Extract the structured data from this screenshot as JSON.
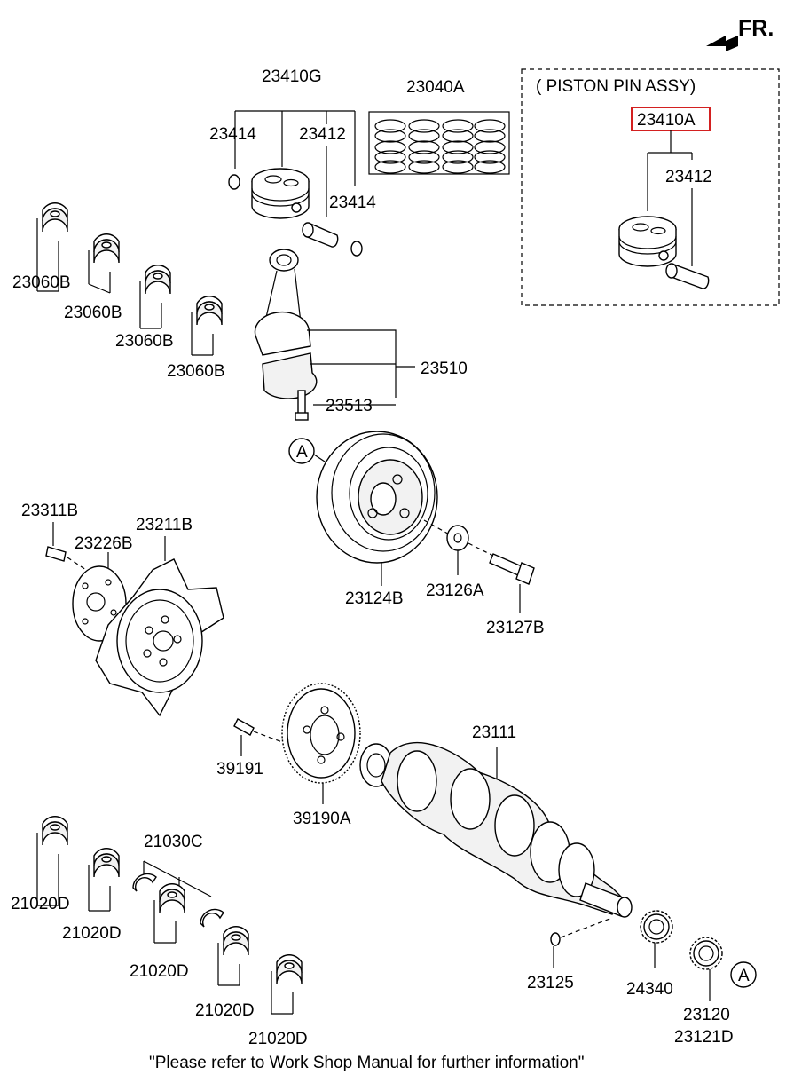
{
  "header": {
    "direction_label": "FR."
  },
  "piston_assy_box": {
    "title": "( PISTON  PIN ASSY)",
    "highlight_color": "#d32020"
  },
  "labels": {
    "p23410G": "23410G",
    "p23040A": "23040A",
    "p23414a": "23414",
    "p23412a": "23412",
    "p23414b": "23414",
    "p23410A": "23410A",
    "p23412b": "23412",
    "b1": "23060B",
    "b2": "23060B",
    "b3": "23060B",
    "b4": "23060B",
    "p23510": "23510",
    "p23513": "23513",
    "calloutA1": "A",
    "p23311B": "23311B",
    "p23211B": "23211B",
    "p23226B": "23226B",
    "p23124B": "23124B",
    "p23126A": "23126A",
    "p23127B": "23127B",
    "p23111": "23111",
    "p39191": "39191",
    "p39190A": "39190A",
    "p21030C": "21030C",
    "d1": "21020D",
    "d2": "21020D",
    "d3": "21020D",
    "d4": "21020D",
    "d5": "21020D",
    "p23125": "23125",
    "p24340": "24340",
    "p23120": "23120",
    "p23121D": "23121D",
    "calloutA2": "A"
  },
  "footer": {
    "note": "\"Please refer to Work Shop Manual for further information\""
  }
}
